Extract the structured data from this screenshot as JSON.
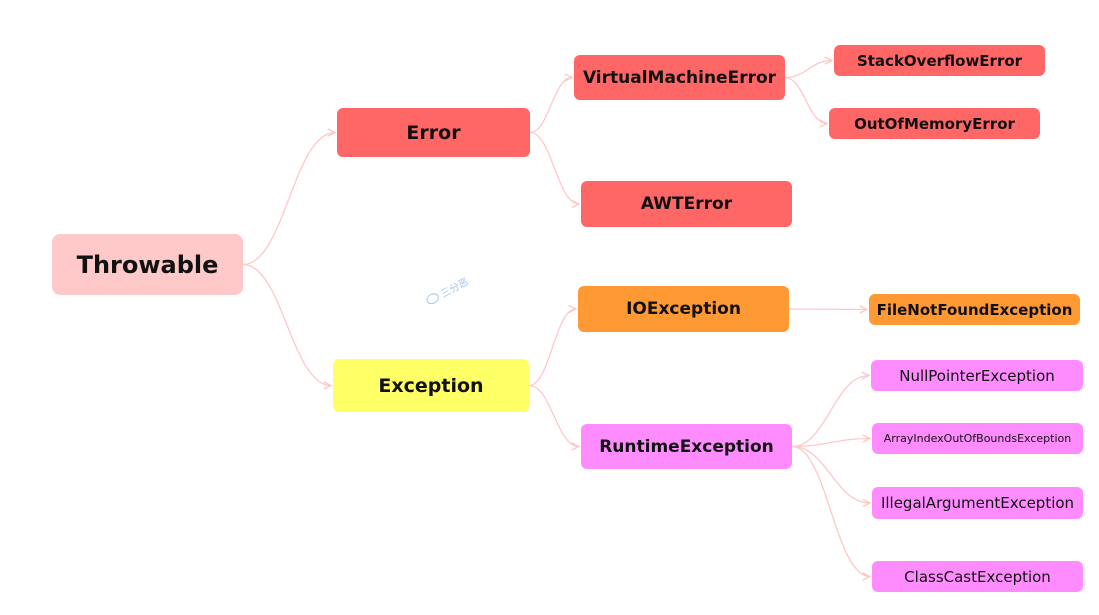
{
  "colors": {
    "edge": "#ffc8c8",
    "root": "#ffc9c9",
    "error": "#ff6666",
    "exception": "#ffff66",
    "io": "#ff9933",
    "runtime": "#ff8cff"
  },
  "nodes": {
    "throwable": "Throwable",
    "error": "Error",
    "exception": "Exception",
    "virtual_machine_error": "VirtualMachineError",
    "awt_error": "AWTError",
    "stack_overflow_error": "StackOverflowError",
    "out_of_memory_error": "OutOfMemoryError",
    "io_exception": "IOException",
    "runtime_exception": "RuntimeException",
    "file_not_found_exception": "FileNotFoundException",
    "null_pointer_exception": "NullPointerException",
    "array_index_out_of_bounds_exception": "ArrayIndexOutOfBoundsException",
    "illegal_argument_exception": "IllegalArgumentException",
    "class_cast_exception": "ClassCastException"
  },
  "edges": [
    [
      "throwable",
      "error"
    ],
    [
      "throwable",
      "exception"
    ],
    [
      "error",
      "virtual_machine_error"
    ],
    [
      "error",
      "awt_error"
    ],
    [
      "virtual_machine_error",
      "stack_overflow_error"
    ],
    [
      "virtual_machine_error",
      "out_of_memory_error"
    ],
    [
      "exception",
      "io_exception"
    ],
    [
      "exception",
      "runtime_exception"
    ],
    [
      "io_exception",
      "file_not_found_exception"
    ],
    [
      "runtime_exception",
      "null_pointer_exception"
    ],
    [
      "runtime_exception",
      "array_index_out_of_bounds_exception"
    ],
    [
      "runtime_exception",
      "illegal_argument_exception"
    ],
    [
      "runtime_exception",
      "class_cast_exception"
    ]
  ],
  "watermark": {
    "icon": "smiley-logo-icon",
    "text": "三分恶"
  }
}
